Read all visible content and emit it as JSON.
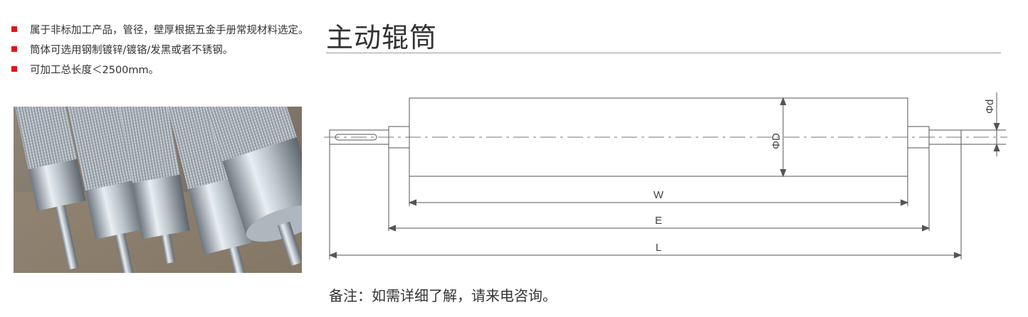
{
  "bullets": [
    {
      "text": "属于非标加工产品，管径，壁厚根据五金手册常规材料选定。"
    },
    {
      "text": "筒体可选用钢制镀锌/镀铬/发黑或者不锈钢。"
    },
    {
      "text": "可加工总长度＜2500mm。"
    }
  ],
  "title": "主动辊筒",
  "drawing": {
    "label_W": "W",
    "label_E": "E",
    "label_L": "L",
    "label_D": "ΦD",
    "label_d": "Φd"
  },
  "note": "备注：如需详细了解，请来电咨询。",
  "colors": {
    "bullet": "#e0161b",
    "line": "#555555"
  }
}
